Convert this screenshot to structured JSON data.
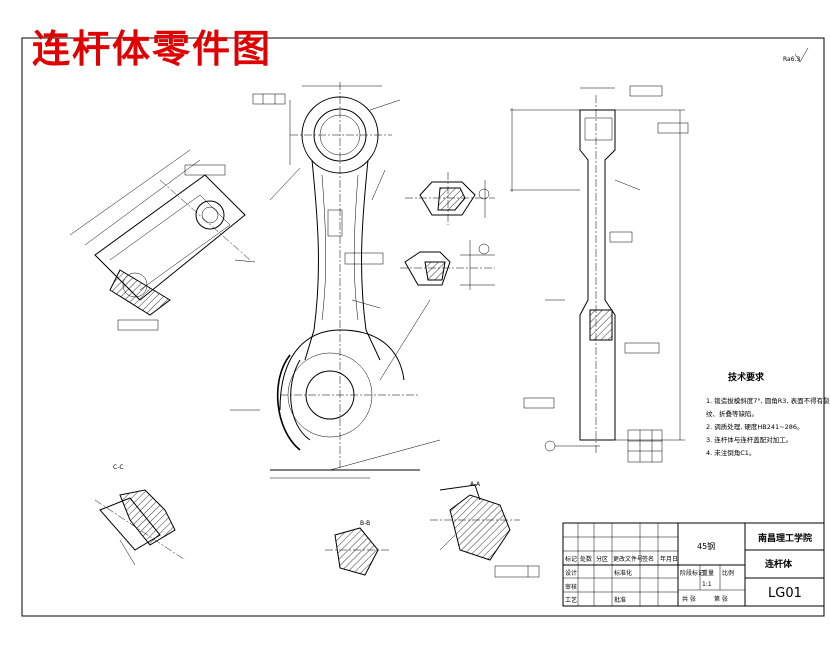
{
  "drawing": {
    "title": "连杆体零件图",
    "roughness_note": "Ra6.3",
    "section_labels": {
      "c_c": "C-C",
      "a_a": "A-A",
      "b_b": "B-B"
    },
    "tech_requirements": {
      "heading": "技术要求",
      "items": [
        "1. 锻造拔模斜度7°, 圆角R3, 表面不得有裂纹、折叠等缺陷。",
        "2. 调质处理, 硬度HB241~286。",
        "3. 连杆体与连杆盖配对加工。",
        "4. 未注倒角C1。"
      ]
    },
    "title_block": {
      "material": "45钢",
      "school": "南昌理工学院",
      "part_name": "连杆体",
      "drawing_no": "LG01",
      "scale": "1:1",
      "headers": [
        "标记",
        "处数",
        "分区",
        "更改文件号",
        "签名",
        "年月日"
      ],
      "roles": [
        "设计",
        "审核",
        "工艺",
        "批准"
      ],
      "other_labels": [
        "标准化",
        "阶段标记",
        "重量",
        "比例",
        "共 张",
        "第 张"
      ]
    }
  }
}
